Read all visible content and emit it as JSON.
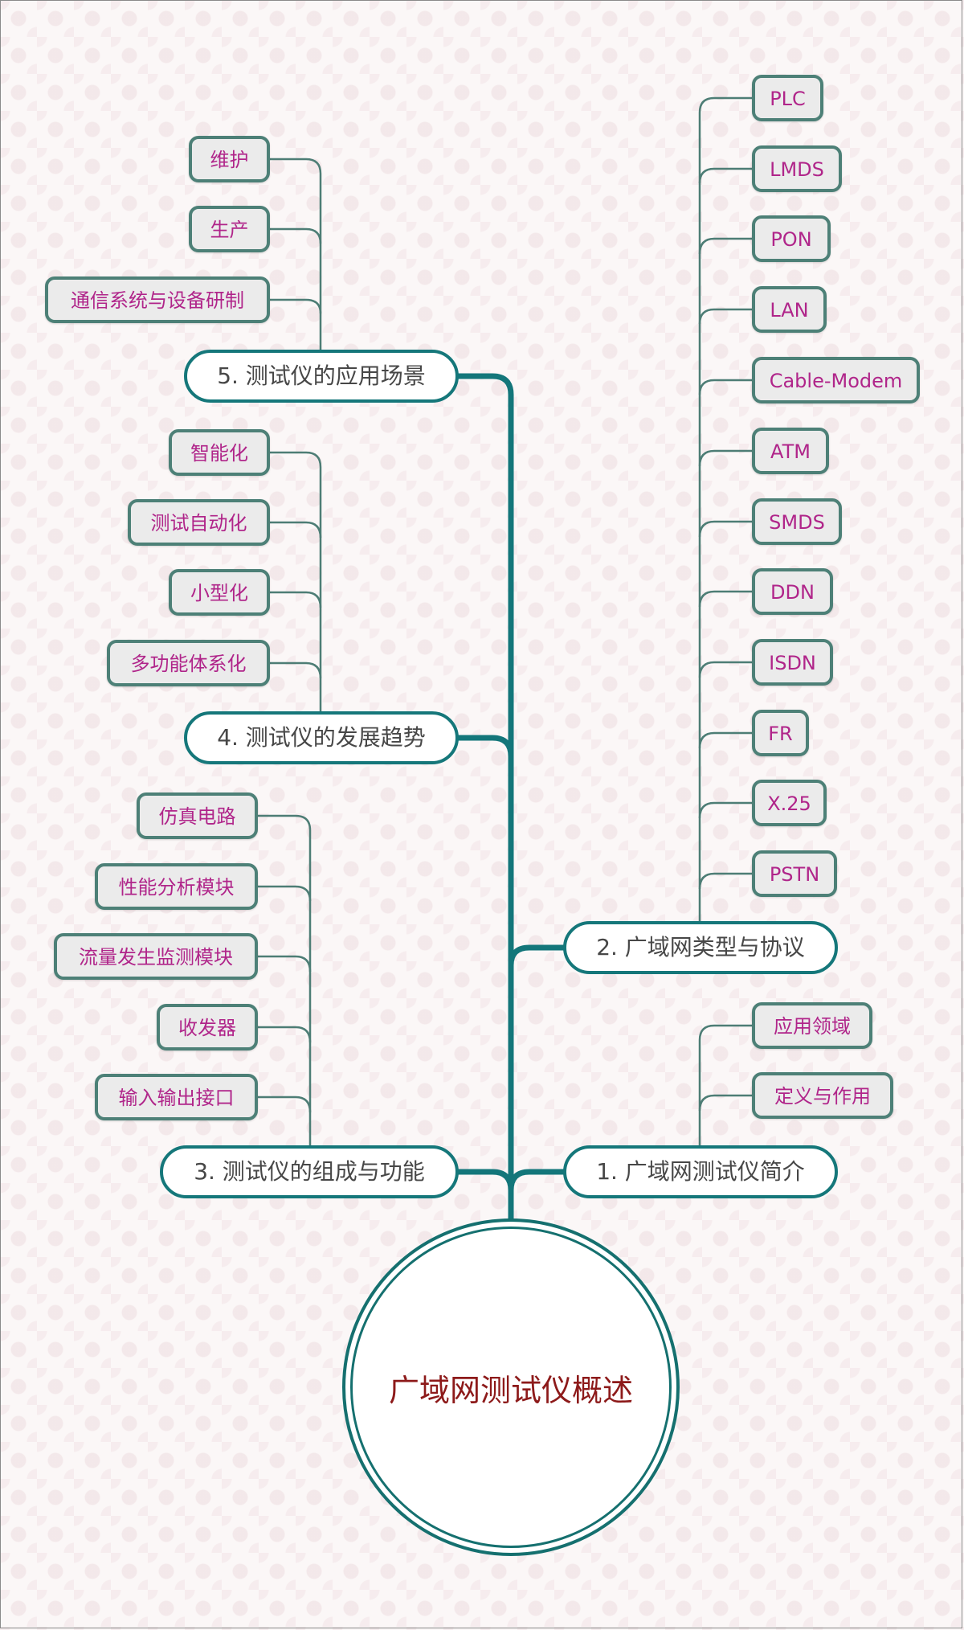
{
  "root": {
    "label": "广域网测试仪概述"
  },
  "branches": {
    "b1": {
      "label": "1. 广域网测试仪简介",
      "children": [
        "应用领域",
        "定义与作用"
      ]
    },
    "b2": {
      "label": "2. 广域网类型与协议",
      "children": [
        "PLC",
        "LMDS",
        "PON",
        "LAN",
        "Cable-Modem",
        "ATM",
        "SMDS",
        "DDN",
        "ISDN",
        "FR",
        "X.25",
        "PSTN"
      ]
    },
    "b3": {
      "label": "3. 测试仪的组成与功能",
      "children": [
        "仿真电路",
        "性能分析模块",
        "流量发生监测模块",
        "收发器",
        "输入输出接口"
      ]
    },
    "b4": {
      "label": "4. 测试仪的发展趋势",
      "children": [
        "智能化",
        "测试自动化",
        "小型化",
        "多功能体系化"
      ]
    },
    "b5": {
      "label": "5. 测试仪的应用场景",
      "children": [
        "维护",
        "生产",
        "通信系统与设备研制"
      ]
    }
  },
  "colors": {
    "trunk": "#13767a",
    "leaf_connector": "#4d7d75",
    "leaf_text": "#b0258a",
    "root_text": "#8d1a1a"
  }
}
